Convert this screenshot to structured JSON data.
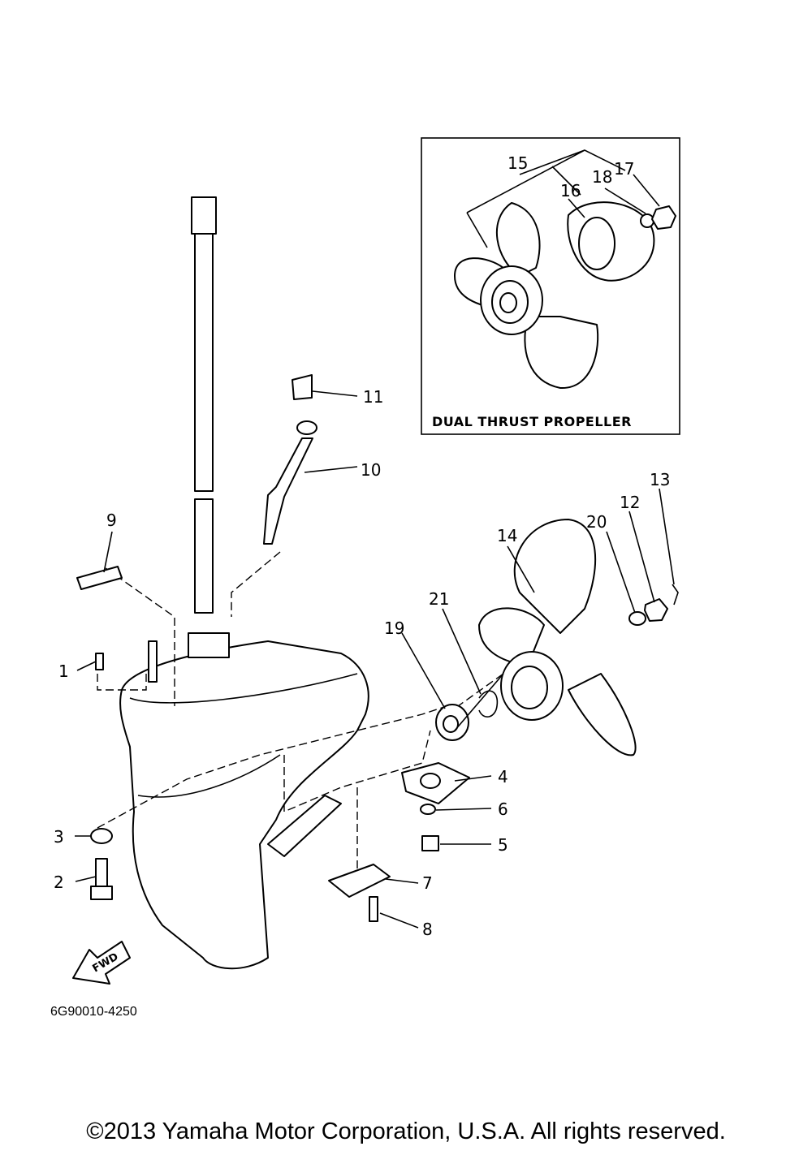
{
  "inset": {
    "caption": "DUAL THRUST PROPELLER"
  },
  "callouts": [
    {
      "id": "c1",
      "label": "1"
    },
    {
      "id": "c2",
      "label": "2"
    },
    {
      "id": "c3",
      "label": "3"
    },
    {
      "id": "c4",
      "label": "4"
    },
    {
      "id": "c5",
      "label": "5"
    },
    {
      "id": "c6",
      "label": "6"
    },
    {
      "id": "c7",
      "label": "7"
    },
    {
      "id": "c8",
      "label": "8"
    },
    {
      "id": "c9",
      "label": "9"
    },
    {
      "id": "c10",
      "label": "10"
    },
    {
      "id": "c11",
      "label": "11"
    },
    {
      "id": "c12",
      "label": "12"
    },
    {
      "id": "c13",
      "label": "13"
    },
    {
      "id": "c14",
      "label": "14"
    },
    {
      "id": "c15",
      "label": "15"
    },
    {
      "id": "c16",
      "label": "16"
    },
    {
      "id": "c17",
      "label": "17"
    },
    {
      "id": "c18",
      "label": "18"
    },
    {
      "id": "c19",
      "label": "19"
    },
    {
      "id": "c20",
      "label": "20"
    },
    {
      "id": "c21",
      "label": "21"
    }
  ],
  "fwd_arrow": {
    "label": "FWD"
  },
  "drawing_code": "6G90010-4250",
  "copyright": "©2013 Yamaha Motor Corporation, U.S.A. All rights reserved."
}
